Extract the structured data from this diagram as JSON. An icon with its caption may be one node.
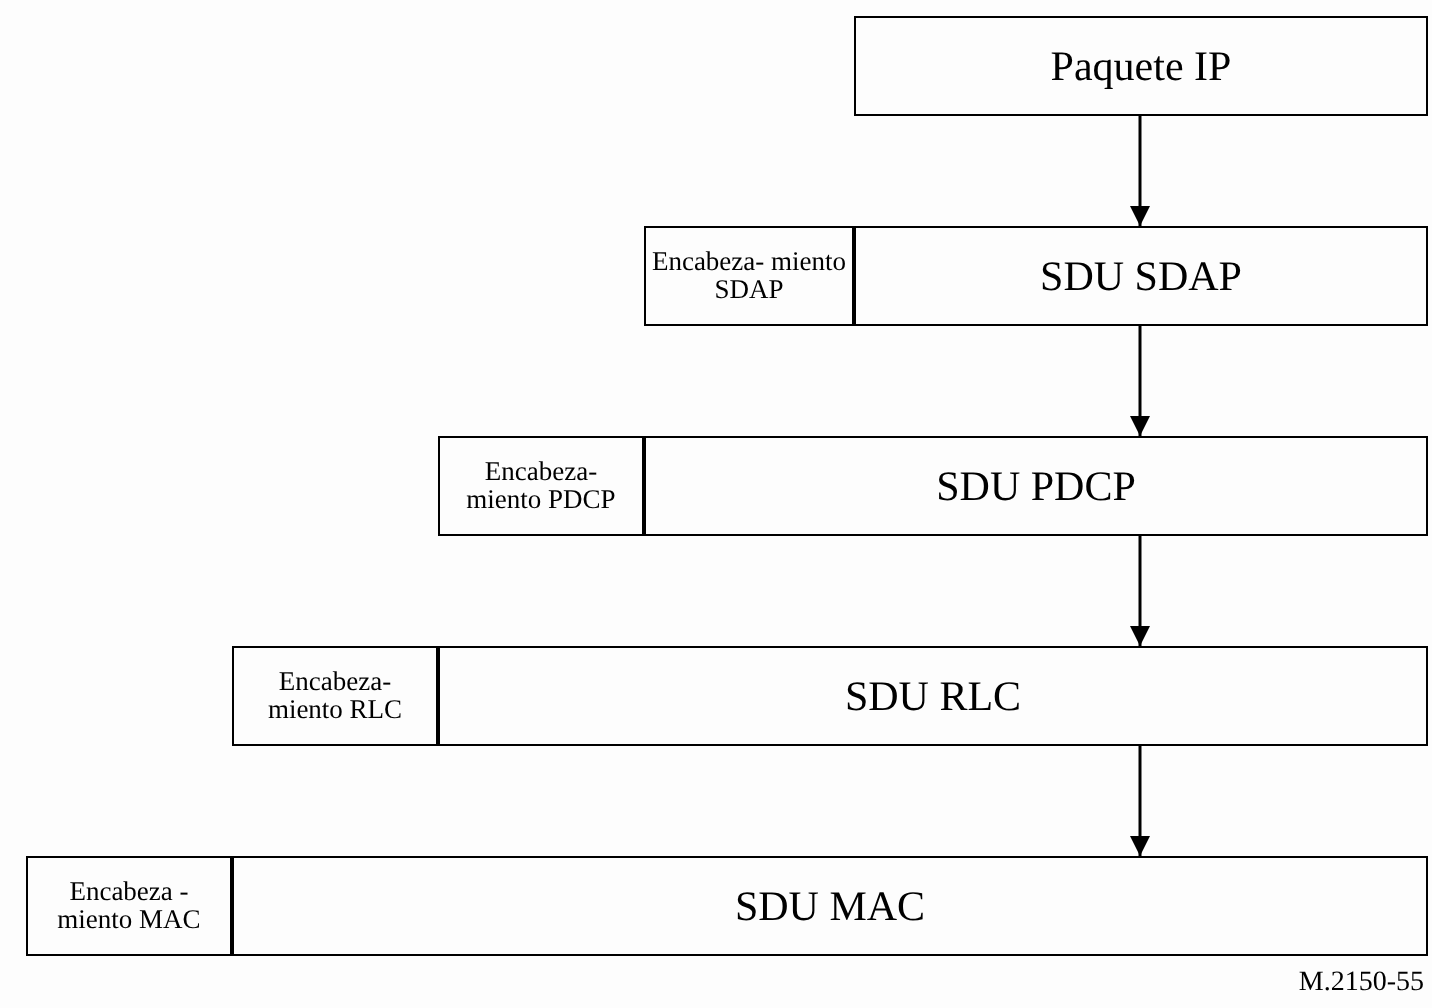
{
  "diagram": {
    "nodes": [
      {
        "text": [
          "Paquete IP"
        ]
      },
      {
        "text": [
          "Encabeza- miento SDAP"
        ]
      },
      {
        "text": [
          "SDU SDAP"
        ]
      },
      {
        "text": [
          "Encabeza- miento PDCP"
        ]
      },
      {
        "text": [
          "SDU PDCP"
        ]
      },
      {
        "text": [
          "Encabeza- miento RLC"
        ]
      },
      {
        "text": [
          "SDU RLC"
        ]
      },
      {
        "text": [
          "Encabeza - miento MAC"
        ]
      },
      {
        "text": [
          "SDU MAC"
        ]
      }
    ],
    "edges": [
      {
        "from": 0,
        "to": 2,
        "arrow": "to"
      },
      {
        "from": 2,
        "to": 4,
        "arrow": "to"
      },
      {
        "from": 4,
        "to": 6,
        "arrow": "to"
      },
      {
        "from": 6,
        "to": 8,
        "arrow": "to"
      }
    ],
    "labels": [
      "M.2150-55"
    ]
  }
}
